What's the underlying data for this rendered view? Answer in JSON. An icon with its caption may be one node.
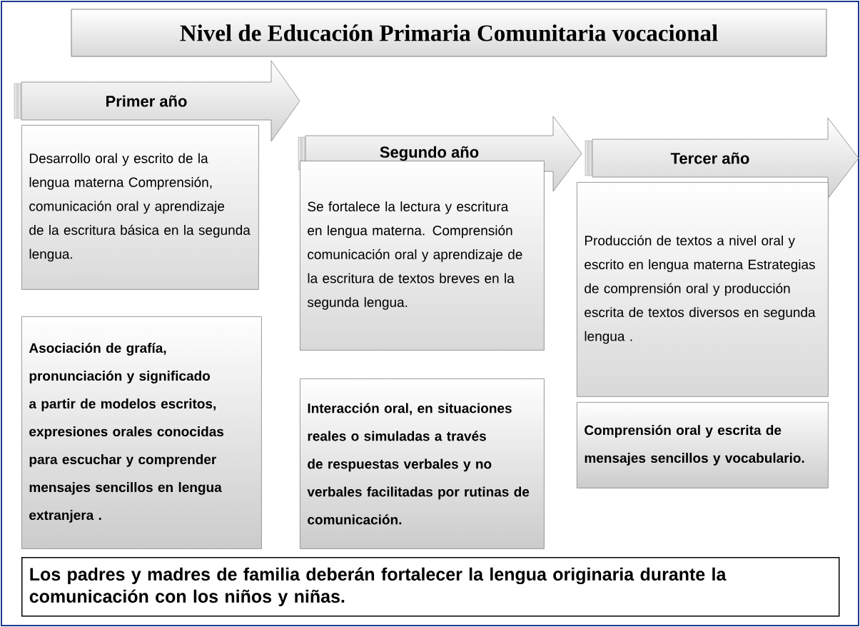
{
  "diagram": {
    "title": "Nivel de Educación   Primaria Comunitaria vocacional",
    "nodes": [
      {
        "text": [
          "Primer año"
        ]
      },
      {
        "text": [
          "Desarrollo oral y escrito de la lengua materna Comprensión, comunicación oral y aprendizaje de la escritura básica en la segunda lengua."
        ]
      },
      {
        "text": [
          "Asociación de grafía, pronunciación y significado a partir de modelos escritos, expresiones orales conocidas para escuchar y comprender mensajes  sencillos en lengua extranjera ."
        ]
      },
      {
        "text": [
          "Segundo año"
        ]
      },
      {
        "text": [
          "Se fortalece la lectura y escritura en lengua materna. Comprensión comunicación oral y aprendizaje de la escritura de textos breves en la segunda lengua."
        ]
      },
      {
        "text": [
          "Interacción oral,  en situaciones reales o simuladas a través de respuestas verbales y no verbales facilitadas por rutinas de comunicación."
        ]
      },
      {
        "text": [
          "Tercer año"
        ]
      },
      {
        "text": [
          "Producción de textos a nivel oral y escrito en lengua materna Estrategias de comprensión oral y producción escrita de textos diversos en segunda lengua ."
        ]
      },
      {
        "text": [
          "Comprensión oral  y escrita de mensajes sencillos  y vocabulario."
        ]
      },
      {
        "text": [
          "Los padres y madres  de familia deberán fortalecer la lengua originaria durante  la comunicación con los niños y niñas."
        ]
      }
    ]
  }
}
